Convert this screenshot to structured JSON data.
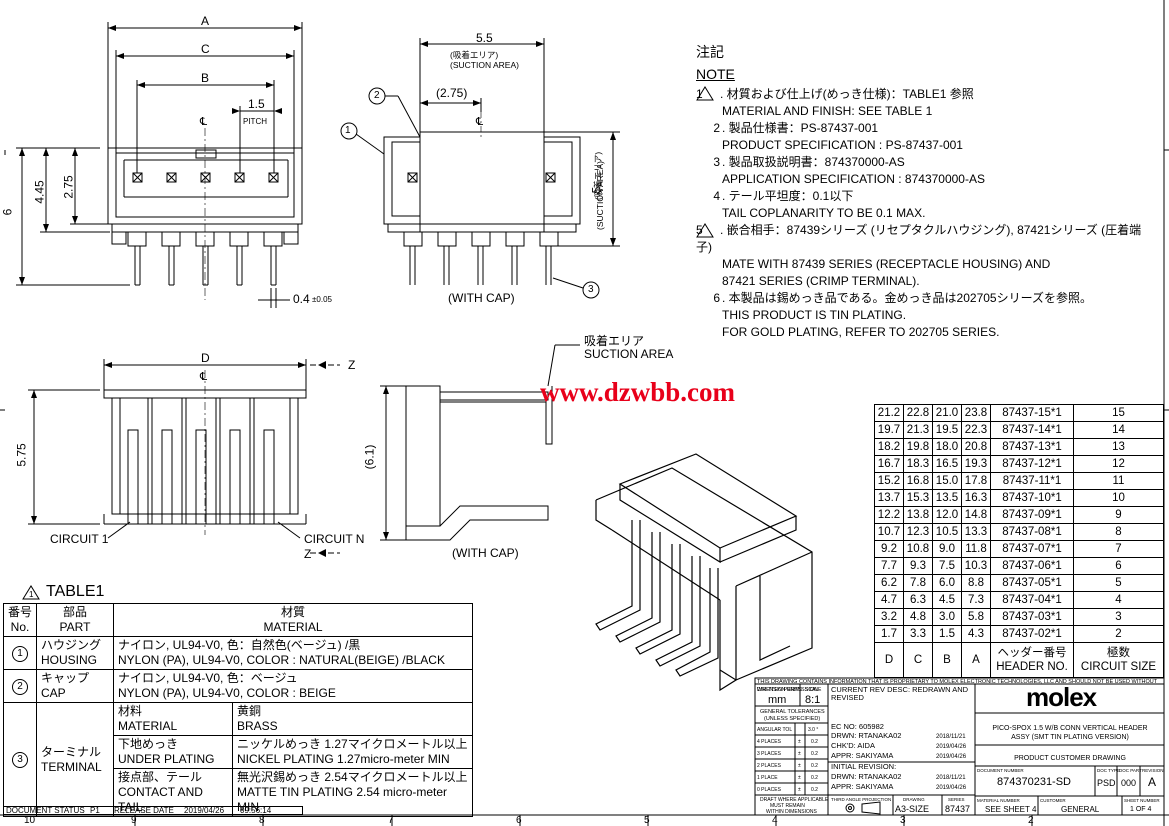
{
  "drawing": {
    "dims": {
      "A": "A",
      "C": "C",
      "B": "B",
      "pitch_val": "1.5",
      "pitch_label": "PITCH",
      "h6": "6",
      "h445": "4.45",
      "h275": "2.75",
      "w04": "0.4",
      "tol005": "±0.05",
      "cl": "℄",
      "w55": "5.5",
      "suction_jp": "(吸着エリア)",
      "suction_en": "(SUCTION AREA)",
      "w275": "(2.75)",
      "h5": "5",
      "suction_v_jp": "(吸着エリア)",
      "suction_v_en": "(SUCTION AREA)",
      "with_cap_1": "(WITH CAP)",
      "with_cap_2": "(WITH CAP)",
      "D": "D",
      "Z1": "Z",
      "Z2": "Z",
      "h575": "5.75",
      "h61": "(6.1)",
      "circuit1": "CIRCUIT 1",
      "circuitN": "CIRCUIT N",
      "suction2_jp": "吸着エリア",
      "suction2_en": "SUCTION AREA",
      "balloon1": "1",
      "balloon2": "2",
      "balloon3": "3"
    },
    "watermark": "www.dzwbb.com",
    "col_numbers": [
      "10",
      "9",
      "8",
      "7",
      "6",
      "5",
      "4",
      "3",
      "2"
    ]
  },
  "notes": {
    "title_jp": "注記",
    "title_en": "NOTE",
    "items": [
      {
        "num": "1",
        "jp": ". 材質および仕上げ(めっき仕様)：TABLE1 参照",
        "en": "MATERIAL AND FINISH: SEE TABLE 1"
      },
      {
        "num": "2",
        "jp": ". 製品仕様書：PS-87437-001",
        "en": "PRODUCT SPECIFICATION : PS-87437-001"
      },
      {
        "num": "3",
        "jp": ". 製品取扱説明書：874370000-AS",
        "en": "APPLICATION SPECIFICATION : 874370000-AS"
      },
      {
        "num": "4",
        "jp": ". テール平坦度：0.1以下",
        "en": "TAIL COPLANARITY TO BE 0.1 MAX."
      },
      {
        "num": "5",
        "jp": ". 嵌合相手：87439シリーズ (リセプタクルハウジング), 87421シリーズ (圧着端子)",
        "en": "MATE WITH 87439 SERIES (RECEPTACLE HOUSING) AND",
        "en2": "87421 SERIES (CRIMP TERMINAL)."
      },
      {
        "num": "6",
        "jp": ". 本製品は錫めっき品である。金めっき品は202705シリーズを参照。",
        "en": "THIS PRODUCT IS TIN PLATING.",
        "en2": "FOR GOLD PLATING, REFER TO 202705 SERIES."
      }
    ]
  },
  "size_table": {
    "rows": [
      [
        "21.2",
        "22.8",
        "21.0",
        "23.8",
        "87437-15*1",
        "15"
      ],
      [
        "19.7",
        "21.3",
        "19.5",
        "22.3",
        "87437-14*1",
        "14"
      ],
      [
        "18.2",
        "19.8",
        "18.0",
        "20.8",
        "87437-13*1",
        "13"
      ],
      [
        "16.7",
        "18.3",
        "16.5",
        "19.3",
        "87437-12*1",
        "12"
      ],
      [
        "15.2",
        "16.8",
        "15.0",
        "17.8",
        "87437-11*1",
        "11"
      ],
      [
        "13.7",
        "15.3",
        "13.5",
        "16.3",
        "87437-10*1",
        "10"
      ],
      [
        "12.2",
        "13.8",
        "12.0",
        "14.8",
        "87437-09*1",
        "9"
      ],
      [
        "10.7",
        "12.3",
        "10.5",
        "13.3",
        "87437-08*1",
        "8"
      ],
      [
        "9.2",
        "10.8",
        "9.0",
        "11.8",
        "87437-07*1",
        "7"
      ],
      [
        "7.7",
        "9.3",
        "7.5",
        "10.3",
        "87437-06*1",
        "6"
      ],
      [
        "6.2",
        "7.8",
        "6.0",
        "8.8",
        "87437-05*1",
        "5"
      ],
      [
        "4.7",
        "6.3",
        "4.5",
        "7.3",
        "87437-04*1",
        "4"
      ],
      [
        "3.2",
        "4.8",
        "3.0",
        "5.8",
        "87437-03*1",
        "3"
      ],
      [
        "1.7",
        "3.3",
        "1.5",
        "4.3",
        "87437-02*1",
        "2"
      ]
    ],
    "headers": [
      "D",
      "C",
      "B",
      "A",
      "ヘッダー番号",
      "極数"
    ],
    "headers_en": [
      "",
      "",
      "",
      "",
      "HEADER NO.",
      "CIRCUIT SIZE"
    ]
  },
  "table1": {
    "title": "TABLE1",
    "head": {
      "no_jp": "番号",
      "no_en": "No.",
      "part_jp": "部品",
      "part_en": "PART",
      "mat_jp": "材質",
      "mat_en": "MATERIAL"
    },
    "housing": {
      "no": "1",
      "part_jp": "ハウジング",
      "part_en": "HOUSING",
      "mat_jp": "ナイロン, UL94-V0, 色：自然色(ベージュ) /黒",
      "mat_en": "NYLON (PA), UL94-V0, COLOR : NATURAL(BEIGE) /BLACK"
    },
    "cap": {
      "no": "2",
      "part_jp": "キャップ",
      "part_en": "CAP",
      "mat_jp": "ナイロン, UL94-V0, 色：ベージュ",
      "mat_en": "NYLON (PA), UL94-V0, COLOR : BEIGE"
    },
    "terminal": {
      "no": "3",
      "part_jp": "ターミナル",
      "part_en": "TERMINAL",
      "r1a_jp": "材料",
      "r1a_en": "MATERIAL",
      "r1b_jp": "黄銅",
      "r1b_en": "BRASS",
      "r2a_jp": "下地めっき",
      "r2a_en": "UNDER PLATING",
      "r2b_jp": "ニッケルめっき 1.27マイクロメートル以上",
      "r2b_en": "NICKEL PLATING 1.27micro-meter MIN",
      "r3a_jp": "接点部、テール",
      "r3a_en": "CONTACT AND TAIL",
      "r3b_jp": "無光沢錫めっき 2.54マイクロメートル以上",
      "r3b_en": "MATTE TIN PLATING 2.54 micro-meter MIN"
    },
    "status": {
      "label": "DOCUMENT STATUS",
      "p": "P1",
      "rel": "RELEASE DATE",
      "date": "2019/04/26",
      "time": "09:56:14"
    }
  },
  "title_block": {
    "proprietary": "THIS DRAWING CONTAINS INFORMATION THAT IS PROPRIETARY TO MOLEX ELECTRONIC TECHNOLOGIES, LLC AND SHOULD NOT BE USED WITHOUT WRITTEN PERMISSION",
    "dim_units_label": "DIMENSION UNITS",
    "dim_units": "mm",
    "scale_label": "SCALE",
    "scale": "8:1",
    "gen_tol_1": "GENERAL TOLERANCES",
    "gen_tol_2": "(UNLESS SPECIFIED)",
    "angular": "ANGULAR TOL",
    "angular_val": "3.0 °",
    "tol_rows": [
      [
        "4 PLACES",
        "±",
        "0.2"
      ],
      [
        "3 PLACES",
        "±",
        "0.2"
      ],
      [
        "2 PLACES",
        "±",
        "0.2"
      ],
      [
        "1 PLACE",
        "±",
        "0.2"
      ],
      [
        "0 PLACES",
        "±",
        "0.2"
      ]
    ],
    "draft_1": "DRAFT WHERE APPLICABLE",
    "draft_2": "MUST REMAIN",
    "draft_3": "WITHIN DIMENSIONS",
    "cur_rev": "CURRENT REV DESC: REDRAWN AND",
    "cur_rev2": "REVISED",
    "ec": "EC NO:   605982",
    "drwn": "DRWN:  RTANAKA02",
    "drwn_date": "2018/11/21",
    "chkd": "CHK'D:  AIDA",
    "chkd_date": "2019/04/26",
    "appr": "APPR:  SAKIYAMA",
    "appr_date": "2019/04/26",
    "init_rev": "INITIAL REVISION:",
    "drwn2": "DRWN:  RTANAKA02",
    "drwn2_date": "2018/11/21",
    "appr2": "APPR:  SAKIYAMA",
    "appr2_date": "2019/04/26",
    "third_angle": "THIRD ANGLE PROJECTION",
    "drawing_label": "DRAWING",
    "drawing_val": "A3-SIZE",
    "series_label": "SERIES",
    "series_val": "87437",
    "logo": "molex",
    "desc1": "PICO-SPOX 1.5 W/B CONN VERTICAL HEADER",
    "desc2": "ASSY (SMT TIN PLATING VERSION)",
    "product_customer": "PRODUCT CUSTOMER DRAWING",
    "doc_num_label": "DOCUMENT NUMBER",
    "doc_num": "874370231-SD",
    "doc_type_label": "DOC TYPE",
    "doc_type": "PSD",
    "doc_part_label": "DOC PART",
    "doc_part": "000",
    "revision_label": "REVISION",
    "revision": "A",
    "material_label": "MATERIAL NUMBER",
    "material": "SEE SHEET 4",
    "customer_label": "CUSTOMER",
    "customer": "GENERAL",
    "sheet_label": "SHEET NUMBER",
    "sheet": "1 OF 4"
  }
}
